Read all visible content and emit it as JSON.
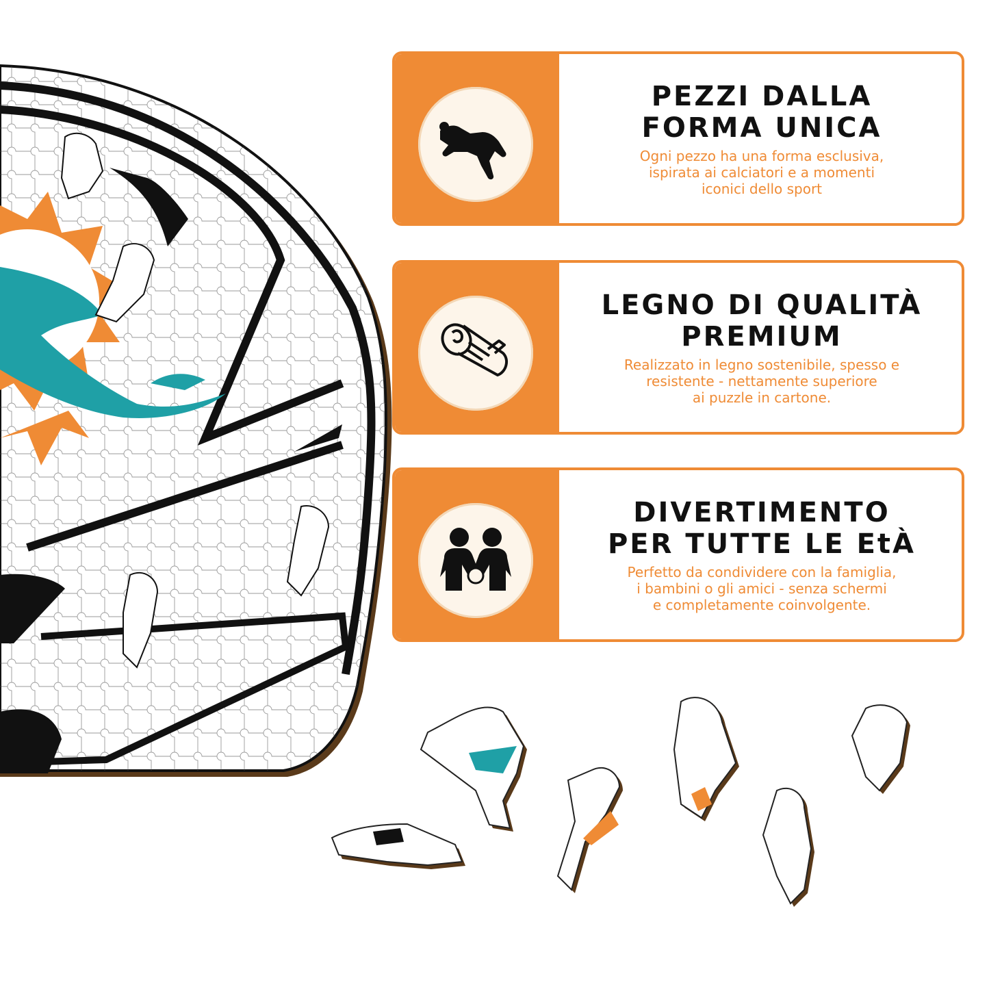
{
  "colors": {
    "accent": "#ef8b35",
    "teal": "#1fa0a6",
    "dark": "#111111",
    "wood": "#5a3a1a"
  },
  "features": [
    {
      "title_line1": "PEZZI DALLA",
      "title_line2": "FORMA UNICA",
      "desc_line1": "Ogni pezzo ha una forma esclusiva,",
      "desc_line2": "ispirata ai calciatori e a momenti",
      "desc_line3": "iconici dello sport",
      "icon": "diving-player-icon"
    },
    {
      "title_line1": "LEGNO DI QUALITÀ",
      "title_line2": "PREMIUM",
      "desc_line1": "Realizzato in legno sostenibile, spesso e",
      "desc_line2": "resistente - nettamente superiore",
      "desc_line3": "ai puzzle in cartone.",
      "icon": "wood-log-icon"
    },
    {
      "title_line1": "DIVERTIMENTO",
      "title_line2": "PER TUTTE LE EtÀ",
      "desc_line1": "Perfetto da condividere con la famiglia,",
      "desc_line2": "i bambini o gli amici - senza schermi",
      "desc_line3": "e completamente coinvolgente.",
      "icon": "family-icon"
    }
  ]
}
